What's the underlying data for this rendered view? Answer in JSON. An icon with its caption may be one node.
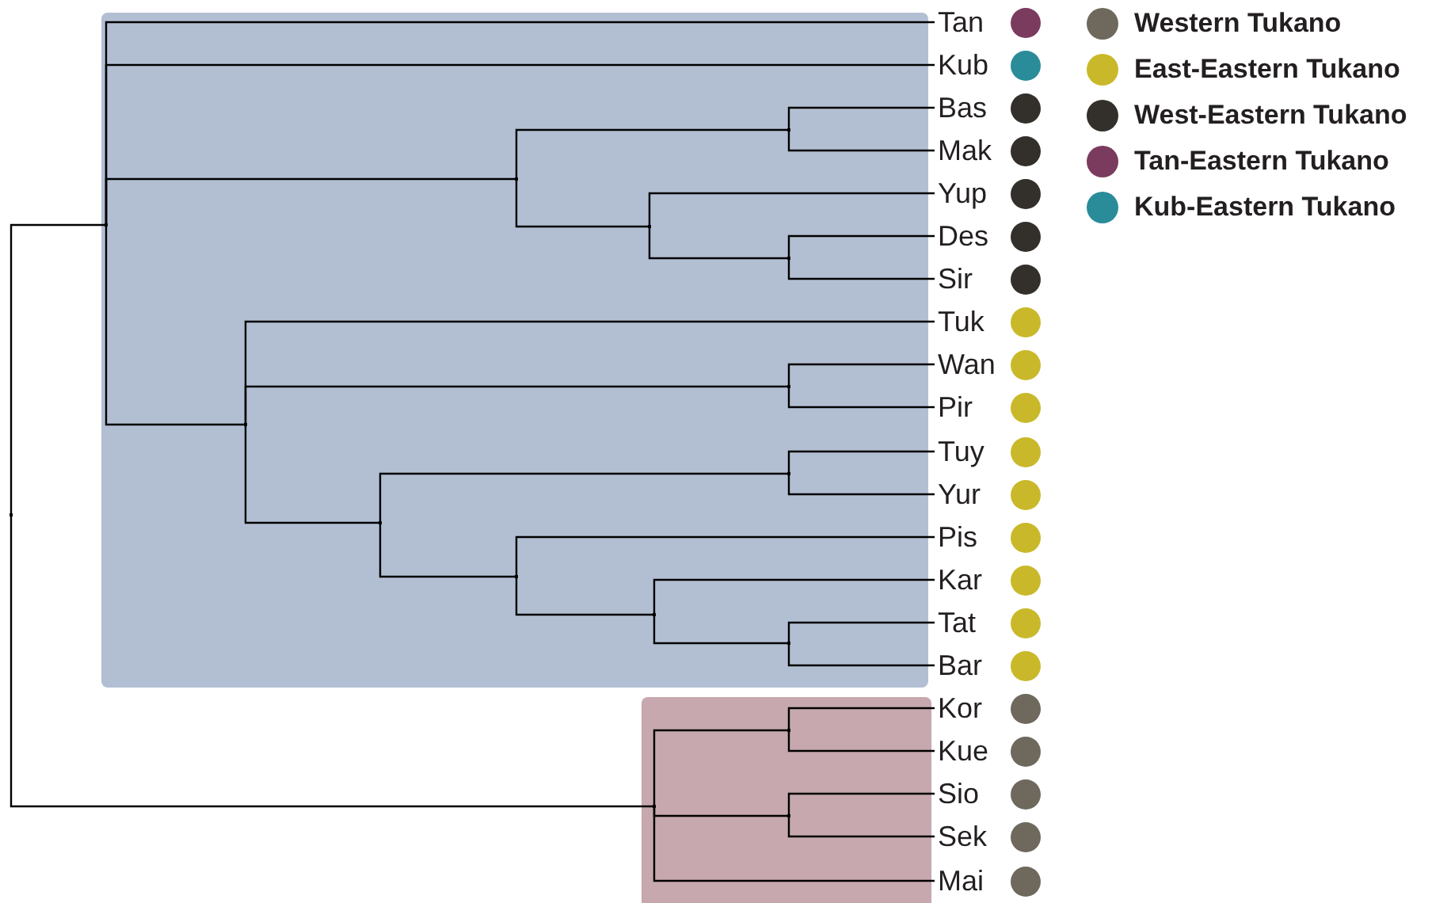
{
  "diagram": {
    "nodes": [
      {
        "text": [],
        "shape": "point"
      },
      {
        "text": [],
        "shape": "point"
      },
      {
        "text": [
          "Tan"
        ]
      },
      {
        "text": [
          "Kub"
        ]
      },
      {
        "text": [],
        "shape": "point"
      },
      {
        "text": [],
        "shape": "point"
      },
      {
        "text": [
          "Bas"
        ]
      },
      {
        "text": [
          "Mak"
        ]
      },
      {
        "text": [],
        "shape": "point"
      },
      {
        "text": [
          "Yup"
        ]
      },
      {
        "text": [],
        "shape": "point"
      },
      {
        "text": [
          "Des"
        ]
      },
      {
        "text": [
          "Sir"
        ]
      },
      {
        "text": [],
        "shape": "point"
      },
      {
        "text": [
          "Tuk"
        ]
      },
      {
        "text": [],
        "shape": "point"
      },
      {
        "text": [
          "Wan"
        ]
      },
      {
        "text": [
          "Pir"
        ]
      },
      {
        "text": [],
        "shape": "point"
      },
      {
        "text": [],
        "shape": "point"
      },
      {
        "text": [
          "Tuy"
        ]
      },
      {
        "text": [
          "Yur"
        ]
      },
      {
        "text": [],
        "shape": "point"
      },
      {
        "text": [
          "Pis"
        ]
      },
      {
        "text": [],
        "shape": "point"
      },
      {
        "text": [
          "Kar"
        ]
      },
      {
        "text": [],
        "shape": "point"
      },
      {
        "text": [
          "Tat"
        ]
      },
      {
        "text": [
          "Bar"
        ]
      },
      {
        "text": [],
        "shape": "point"
      },
      {
        "text": [],
        "shape": "point"
      },
      {
        "text": [
          "Kor"
        ]
      },
      {
        "text": [
          "Kue"
        ]
      },
      {
        "text": [],
        "shape": "point"
      },
      {
        "text": [
          "Sio"
        ]
      },
      {
        "text": [
          "Sek"
        ]
      },
      {
        "text": [
          "Mai"
        ]
      }
    ],
    "edges": [
      {
        "from": 0,
        "to": 1,
        "arrow": "none"
      },
      {
        "from": 0,
        "to": 29,
        "arrow": "none"
      },
      {
        "from": 1,
        "to": 2,
        "arrow": "none"
      },
      {
        "from": 1,
        "to": 3,
        "arrow": "none"
      },
      {
        "from": 1,
        "to": 4,
        "arrow": "none"
      },
      {
        "from": 1,
        "to": 13,
        "arrow": "none"
      },
      {
        "from": 4,
        "to": 5,
        "arrow": "none"
      },
      {
        "from": 4,
        "to": 8,
        "arrow": "none"
      },
      {
        "from": 5,
        "to": 6,
        "arrow": "none"
      },
      {
        "from": 5,
        "to": 7,
        "arrow": "none"
      },
      {
        "from": 8,
        "to": 9,
        "arrow": "none"
      },
      {
        "from": 8,
        "to": 10,
        "arrow": "none"
      },
      {
        "from": 10,
        "to": 11,
        "arrow": "none"
      },
      {
        "from": 10,
        "to": 12,
        "arrow": "none"
      },
      {
        "from": 13,
        "to": 14,
        "arrow": "none"
      },
      {
        "from": 13,
        "to": 15,
        "arrow": "none"
      },
      {
        "from": 13,
        "to": 18,
        "arrow": "none"
      },
      {
        "from": 15,
        "to": 16,
        "arrow": "none"
      },
      {
        "from": 15,
        "to": 17,
        "arrow": "none"
      },
      {
        "from": 18,
        "to": 19,
        "arrow": "none"
      },
      {
        "from": 18,
        "to": 22,
        "arrow": "none"
      },
      {
        "from": 19,
        "to": 20,
        "arrow": "none"
      },
      {
        "from": 19,
        "to": 21,
        "arrow": "none"
      },
      {
        "from": 22,
        "to": 23,
        "arrow": "none"
      },
      {
        "from": 22,
        "to": 24,
        "arrow": "none"
      },
      {
        "from": 24,
        "to": 25,
        "arrow": "none"
      },
      {
        "from": 24,
        "to": 26,
        "arrow": "none"
      },
      {
        "from": 26,
        "to": 27,
        "arrow": "none"
      },
      {
        "from": 26,
        "to": 28,
        "arrow": "none"
      },
      {
        "from": 29,
        "to": 30,
        "arrow": "none"
      },
      {
        "from": 29,
        "to": 33,
        "arrow": "none"
      },
      {
        "from": 29,
        "to": 36,
        "arrow": "none"
      },
      {
        "from": 30,
        "to": 31,
        "arrow": "none"
      },
      {
        "from": 30,
        "to": 32,
        "arrow": "none"
      },
      {
        "from": 33,
        "to": 34,
        "arrow": "none"
      },
      {
        "from": 33,
        "to": 35,
        "arrow": "none"
      }
    ],
    "legend": [
      {
        "text": "Western Tukano",
        "color": "#6e685d"
      },
      {
        "text": "East-Eastern Tukano",
        "color": "#c9b92a"
      },
      {
        "text": "West-Eastern Tukano",
        "color": "#33302b"
      },
      {
        "text": "Tan-Eastern Tukano",
        "color": "#7b3b5e"
      },
      {
        "text": "Kub-Eastern Tukano",
        "color": "#2a8c99"
      }
    ]
  }
}
